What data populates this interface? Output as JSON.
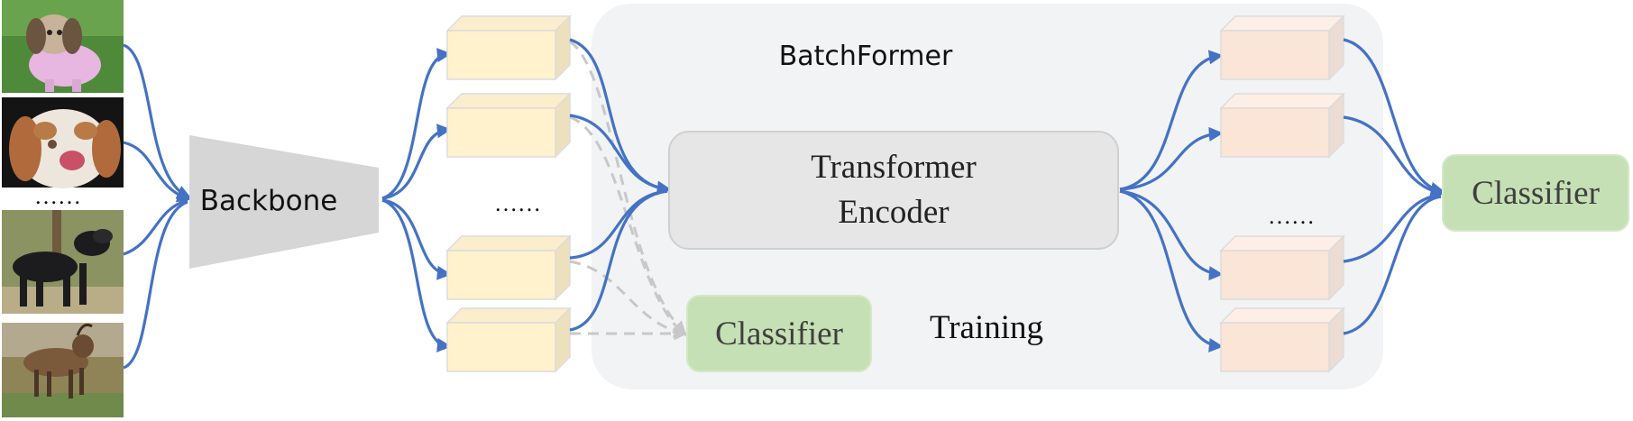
{
  "labels": {
    "backbone": "Backbone",
    "batchformer": "BatchFormer",
    "encoder_line1": "Transformer",
    "encoder_line2": "Encoder",
    "classifier_train": "Classifier",
    "training": "Training",
    "classifier_final": "Classifier",
    "ellipsis_images": "……",
    "ellipsis_features": "……",
    "ellipsis_outputs": "……"
  },
  "images": [
    {
      "name": "dog-shih-tzu-pink-sweater-image"
    },
    {
      "name": "dog-spaniel-tongue-image"
    },
    {
      "name": "dog-black-schnauzer-image"
    },
    {
      "name": "goat-image"
    }
  ],
  "colors": {
    "arrow": "#4472c4",
    "dashed_arrow": "#c8c8c8",
    "feature_front": "#fff2cc",
    "feature_top": "#fbeecd",
    "feature_side": "#ede0bc",
    "output_front": "#fbe5d6",
    "output_top": "#fdeee6",
    "output_side": "#ecdcd3",
    "encoder_fill": "#e6e6e6",
    "classifier_fill": "#c5e0b4",
    "panel_fill": "#f2f3f5",
    "backbone_fill": "#d6d6d6"
  }
}
